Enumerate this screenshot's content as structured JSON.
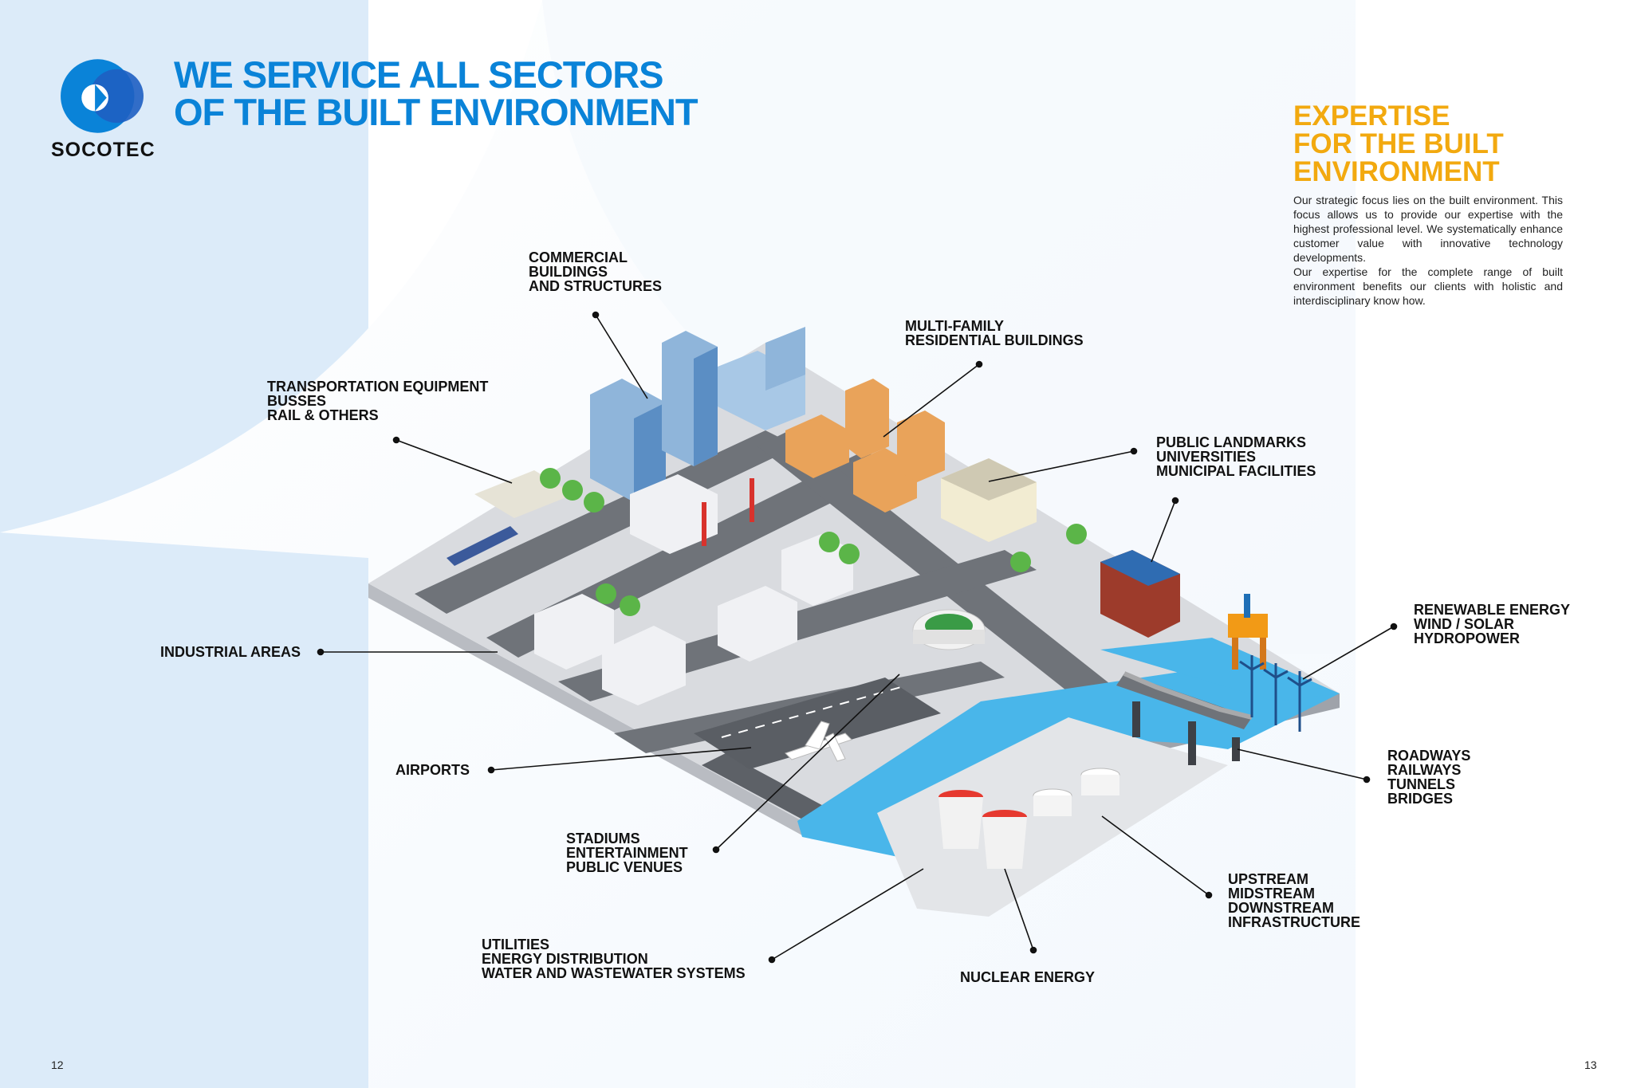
{
  "brand": {
    "logo_text": "SOCOTEC",
    "colors": {
      "primary_blue": "#0a83d8",
      "accent_orange": "#f2a90f",
      "light_blue": "#dcebf9"
    }
  },
  "title": {
    "line1": "WE SERVICE ALL SECTORS",
    "line2": "OF THE BUILT ENVIRONMENT"
  },
  "side": {
    "heading": [
      "EXPERTISE",
      "FOR THE BUILT",
      "ENVIRONMENT"
    ],
    "paragraphs": [
      "Our strategic focus lies on the built environment. This focus allows us to provide our expertise with the highest professional level. We systematically enhance customer value with innovative technology developments.",
      "Our expertise for the complete range of built environment benefits our clients with holistic and interdisciplinary know how."
    ]
  },
  "labels": {
    "commercial": [
      "COMMERCIAL",
      "BUILDINGS",
      "AND STRUCTURES"
    ],
    "multifamily": [
      "MULTI-FAMILY",
      "RESIDENTIAL BUILDINGS"
    ],
    "transport": [
      "TRANSPORTATION EQUIPMENT",
      "BUSSES",
      "RAIL & OTHERS"
    ],
    "landmarks": [
      "PUBLIC LANDMARKS",
      "UNIVERSITIES",
      "MUNICIPAL FACILITIES"
    ],
    "renewable": [
      "RENEWABLE ENERGY",
      "WIND / SOLAR",
      "HYDROPOWER"
    ],
    "industrial": [
      "INDUSTRIAL AREAS"
    ],
    "roadways": [
      "ROADWAYS",
      "RAILWAYS",
      "TUNNELS",
      "BRIDGES"
    ],
    "airports": [
      "AIRPORTS"
    ],
    "stadiums": [
      "STADIUMS",
      "ENTERTAINMENT",
      "PUBLIC VENUES"
    ],
    "upstream": [
      "UPSTREAM",
      "MIDSTREAM",
      "DOWNSTREAM",
      "INFRASTRUCTURE"
    ],
    "utilities": [
      "UTILITIES",
      "ENERGY DISTRIBUTION",
      "WATER AND WASTEWATER SYSTEMS"
    ],
    "nuclear": [
      "NUCLEAR ENERGY"
    ]
  },
  "pages": {
    "left": "12",
    "right": "13"
  }
}
